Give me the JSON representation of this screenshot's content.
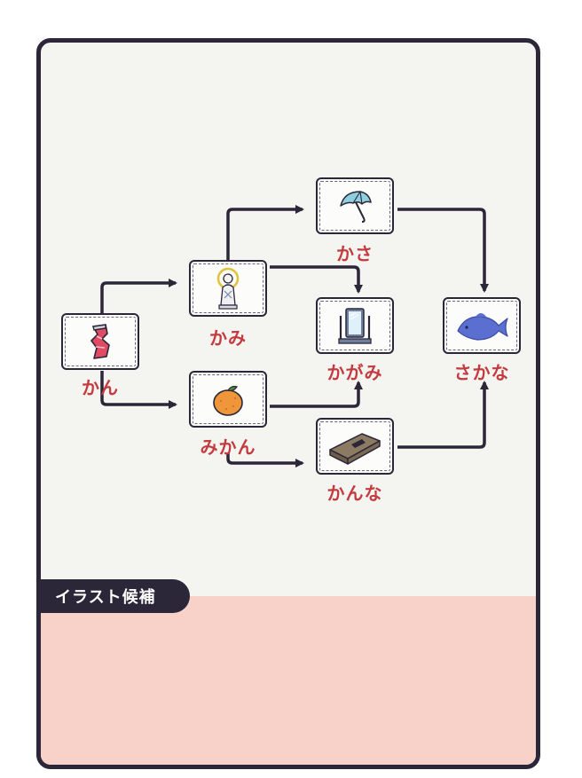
{
  "panel": {
    "tray_label": "イラスト候補"
  },
  "nodes": {
    "kan": {
      "word": "かん",
      "icon": "crushed-can-icon"
    },
    "kami": {
      "word": "かみ",
      "icon": "deity-statue-icon"
    },
    "mikan": {
      "word": "みかん",
      "icon": "tangerine-icon"
    },
    "kasa": {
      "word": "かさ",
      "icon": "umbrella-icon"
    },
    "kagami": {
      "word": "かがみ",
      "icon": "mirror-icon"
    },
    "kanna": {
      "word": "かんな",
      "icon": "wood-plane-icon"
    },
    "sakana": {
      "word": "さかな",
      "icon": "fish-icon"
    }
  },
  "colors": {
    "frame": "#2b2638",
    "board": "#f4f4f1",
    "tray": "#f8d2c8",
    "word": "#c33a3f",
    "arrow": "#2b2638"
  }
}
